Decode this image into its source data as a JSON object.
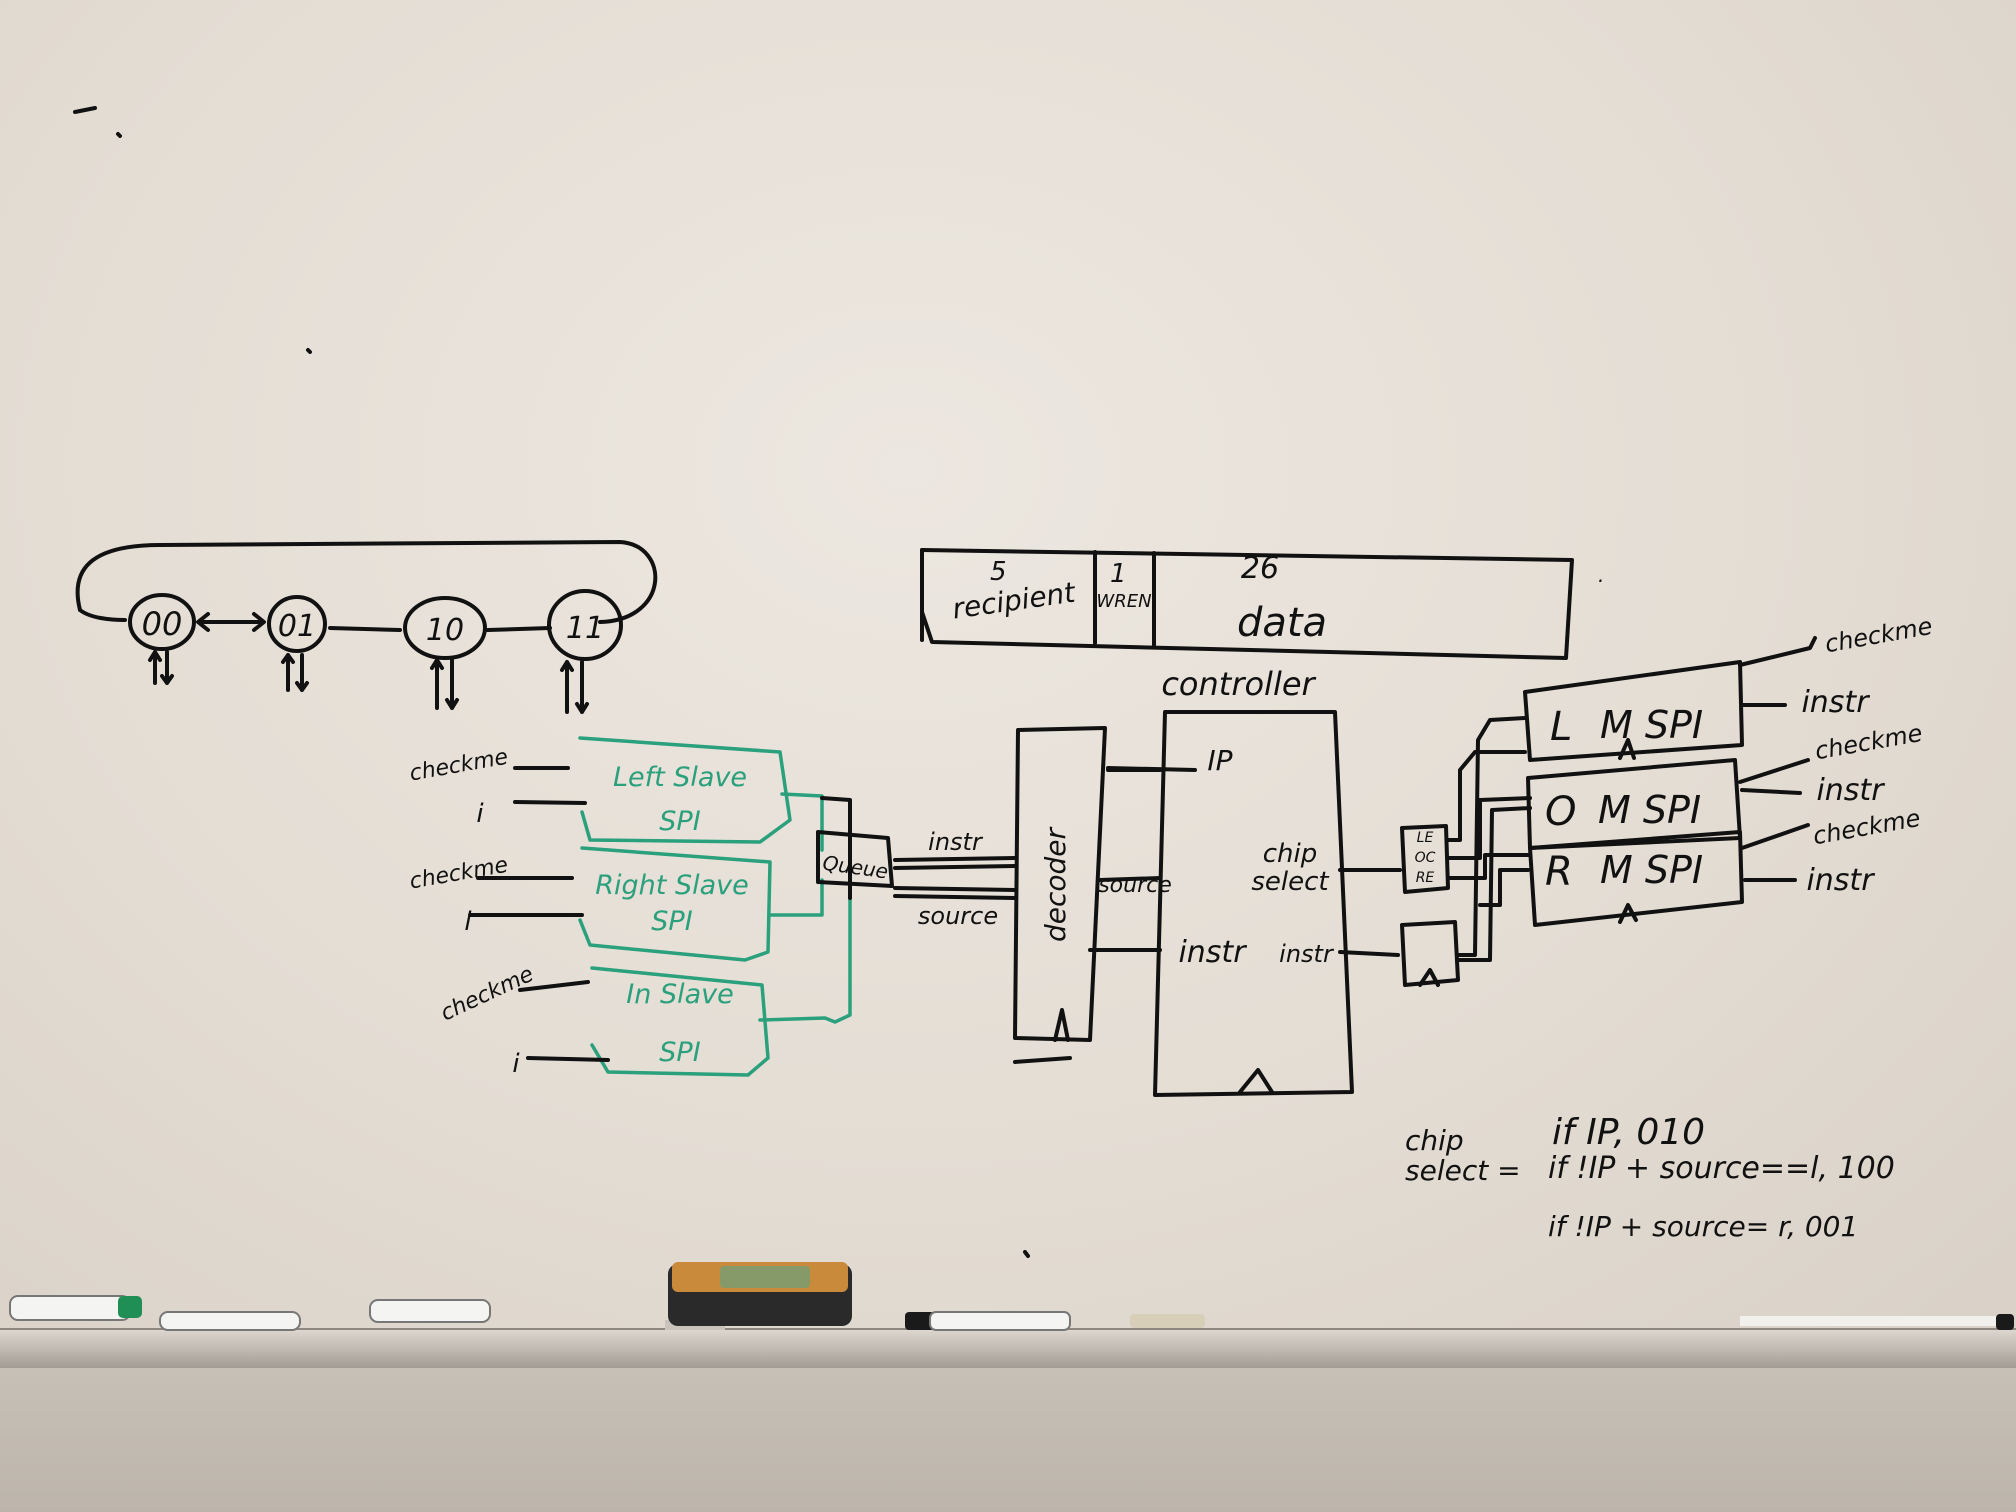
{
  "nodes": [
    "00",
    "01",
    "10",
    "11"
  ],
  "packet": {
    "recipient_bits": "5",
    "recipient_label": "recipient",
    "wren_bits": "1",
    "wren_label": "WREN",
    "data_bits": "26",
    "data_label": "data"
  },
  "slaves": [
    {
      "line1": "Left Slave",
      "line2": "SPI",
      "in_top": "checkme",
      "in_bot": "i"
    },
    {
      "line1": "Right Slave",
      "line2": "SPI",
      "in_top": "checkme",
      "in_bot": "i"
    },
    {
      "line1": "In Slave",
      "line2": "SPI",
      "in_top": "checkme",
      "in_bot": "i"
    }
  ],
  "queue_label": "Queue",
  "queue_outputs": {
    "instr": "instr",
    "source": "source"
  },
  "decoder_label": "decoder",
  "controller": {
    "title": "controller",
    "ip": "IP",
    "source": "source",
    "instr": "instr",
    "chip_select": [
      "chip",
      "select"
    ],
    "instr_out": "instr"
  },
  "mux_label": [
    "LE",
    "OC",
    "RE"
  ],
  "masters": [
    {
      "letter": "L",
      "label": "M SPI",
      "out_top": "checkme",
      "out_bot": "instr"
    },
    {
      "letter": "O",
      "label": "M SPI",
      "out_top": "checkme",
      "out_bot": "instr"
    },
    {
      "letter": "R",
      "label": "M SPI",
      "out_top": "checkme",
      "out_bot": "instr"
    }
  ],
  "chip_select_note": {
    "label": [
      "chip",
      "select ="
    ],
    "rules": [
      "if   IP, 010",
      "if  !IP + source==l, 100",
      "if  !IP + source= r, 001"
    ]
  },
  "colors": {
    "black_ink": "#111111",
    "green_ink": "#2aa07c",
    "board": "#e8e3dc"
  }
}
